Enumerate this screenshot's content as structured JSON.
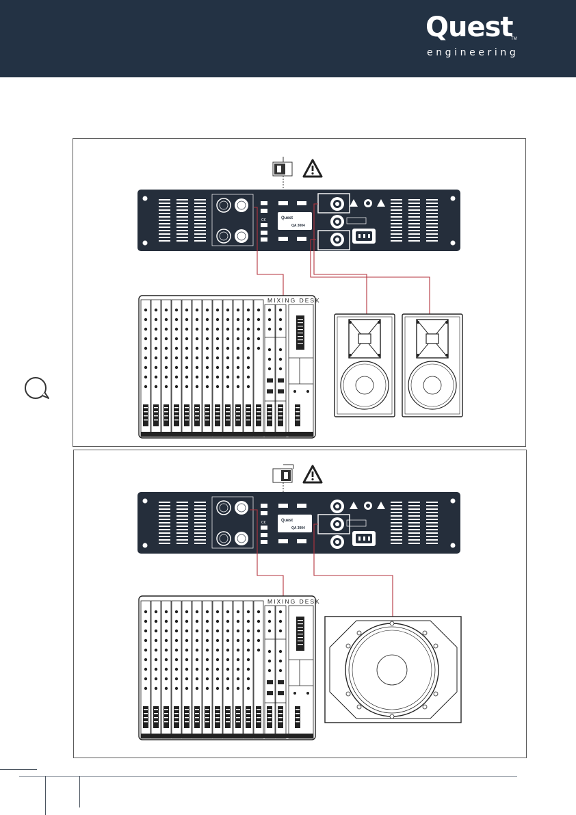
{
  "brand": {
    "name": "Quest",
    "tagline": "engineering",
    "trademark": "TM"
  },
  "colors": {
    "header": "#233244",
    "amp": "#252e3b",
    "signal": "#b5333c",
    "line": "#3f4650"
  },
  "amplifier": {
    "model": "QA 3004",
    "brand": "Quest"
  },
  "mixer": {
    "title": "MIXING DESK"
  },
  "icons": [
    "warning-icon",
    "speech-bubble-icon",
    "switch-icon"
  ]
}
